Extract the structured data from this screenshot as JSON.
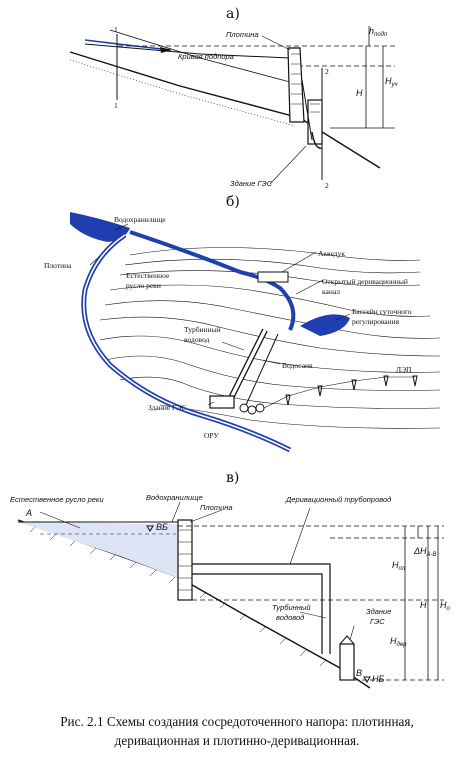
{
  "panel_a": {
    "label": "а)",
    "dam": "Плотина",
    "backwater_curve": "Кривая подпора",
    "hpp_building": "Здание ГЭС",
    "h_podp": "h",
    "h_podp_sub": "подп",
    "H": "H",
    "H_uch": "H",
    "H_uch_sub": "уч",
    "section_1_top": "1",
    "section_1_bottom": "1",
    "section_2_top": "2",
    "section_2_bottom": "2"
  },
  "panel_b": {
    "label": "б)",
    "reservoir": "Водохранилище",
    "dam": "Плотина",
    "natural_channel_1": "Естественное",
    "natural_channel_2": "русло реки",
    "aqueduct": "Акведук",
    "canal_1": "Открытый деривационный",
    "canal_2": "канал",
    "basin_1": "Бассейн суточного",
    "basin_2": "регулирования",
    "turbine_1": "Турбинный",
    "turbine_2": "водовод",
    "tailrace": "Водосаив",
    "powerline": "ЛЭП",
    "hpp_building": "Здание ГЭС",
    "substation": "ОРУ"
  },
  "panel_c": {
    "label": "в)",
    "natural_channel": "Естественное русло реки",
    "reservoir": "Водохранилище",
    "dam": "Плотина",
    "pipeline": "Деривационный трубопровод",
    "turbine_1": "Турбинный",
    "turbine_2": "водовод",
    "hpp_1": "Здание",
    "hpp_2": "ГЭС",
    "A": "А",
    "VB": "ВБ",
    "NB": "НБ",
    "B": "В",
    "H_pl": "H",
    "H_pl_sub": "пл",
    "H_der": "H",
    "H_der_sub": "дер",
    "dH": "ΔH",
    "dH_sub": "А-В",
    "H": "H",
    "H0": "H",
    "H0_sub": "о"
  },
  "caption": {
    "line1": "Рис. 2.1 Схемы создания сосредоточенного напора: плотинная,",
    "line2": "деривационная и плотинно-деривационная."
  },
  "colors": {
    "water": "#1f3fb0",
    "ink": "#111111"
  }
}
